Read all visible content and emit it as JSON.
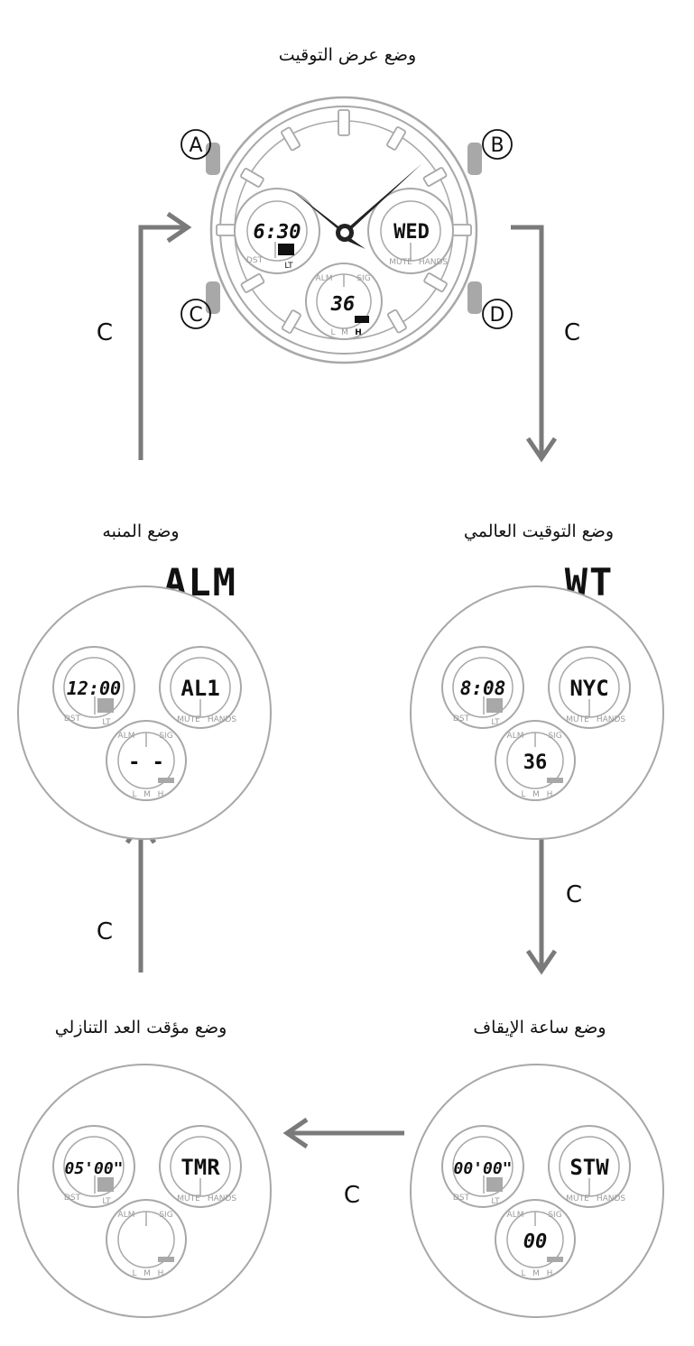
{
  "modes": {
    "timekeeping": "وضع عرض التوقيت",
    "world_time": "وضع التوقيت العالمي",
    "alarm": "وضع المنبه",
    "stopwatch": "وضع ساعة الإيقاف",
    "timer": "وضع مؤقت العد التنازلي"
  },
  "mode_codes": {
    "alarm": "ALM",
    "world_time": "WT"
  },
  "button_key": "C",
  "buttons": {
    "a": "A",
    "b": "B",
    "c": "C",
    "d": "D"
  },
  "dial_labels": {
    "dst": "DST",
    "lt": "LT",
    "mute": "MUTE",
    "hands": "HANDS",
    "alm": "ALM",
    "sig": "SIG",
    "l": "L",
    "m": "M",
    "h": "H"
  },
  "displays": {
    "timekeeping": {
      "left": "6:30",
      "right": "WED",
      "bottom": "36"
    },
    "world_time": {
      "left": "8:08",
      "right": "NYC",
      "bottom": "36"
    },
    "alarm": {
      "left": "12:00",
      "right": "AL1",
      "bottom": "- -"
    },
    "stopwatch": {
      "left": "00'00\"",
      "right": "STW",
      "bottom": "00"
    },
    "timer": {
      "left": "05'00\"",
      "right": "TMR",
      "bottom": ""
    }
  }
}
